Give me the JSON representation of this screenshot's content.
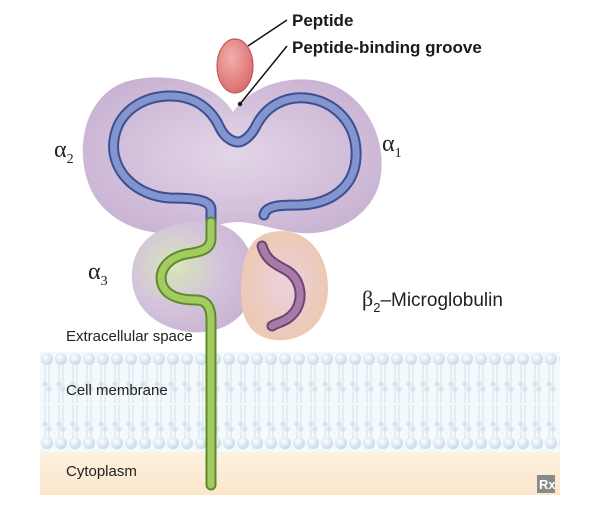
{
  "labels": {
    "peptide": "Peptide",
    "groove": "Peptide-binding groove",
    "alpha2_base": "α",
    "alpha2_sub": "2",
    "alpha1_base": "α",
    "alpha1_sub": "1",
    "alpha3_base": "α",
    "alpha3_sub": "3",
    "beta2_base": "β",
    "beta2_sub": "2",
    "beta2_rest": "–Microglobulin",
    "extracellular": "Extracellular space",
    "membrane": "Cell membrane",
    "cytoplasm": "Cytoplasm",
    "logo": "Rx"
  },
  "colors": {
    "domain_fill": "#cbb4d4",
    "heavy_chain_line": "#7b8fc9",
    "alpha3_chain": "#8fc04f",
    "beta2_fill": "#efc9b2",
    "beta2_chain": "#9a6c9a",
    "peptide_fill": "#e07e7e",
    "membrane_head": "#d7e7f2",
    "cytoplasm_bg": "#fbe9cf"
  }
}
